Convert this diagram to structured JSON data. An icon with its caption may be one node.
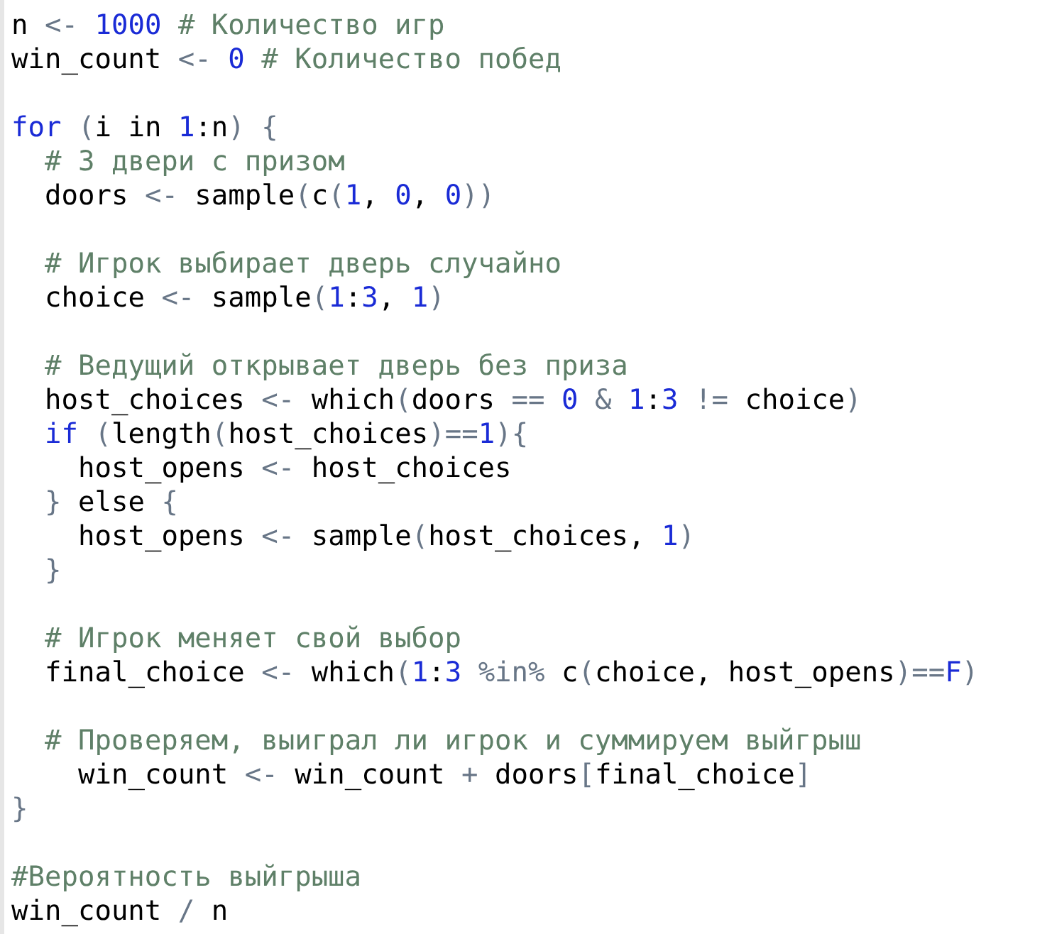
{
  "diagram": {
    "labels": [
      "n <- 1000 # Количество игр",
      "win_count <- 0 # Количество побед",
      "for (i in 1:n) {",
      "# 3 двери с призом",
      "doors <- sample(c(1, 0, 0))",
      "# Игрок выбирает дверь случайно",
      "choice <- sample(1:3, 1)",
      "# Ведущий открывает дверь без приза",
      "host_choices <- which(doors == 0 & 1:3 != choice)",
      "if (length(host_choices)==1){",
      "host_opens <- host_choices",
      "} else {",
      "host_opens <- sample(host_choices, 1)",
      "}",
      "# Игрок меняет свой выбор",
      "final_choice <- which(1:3 %in% c(choice, host_opens)==F)",
      "# Проверяем, выиграл ли игрок и суммируем выйгрыш",
      "win_count <- win_count + doors[final_choice]",
      "}",
      "#Вероятность выйгрыша",
      "win_count / n"
    ]
  }
}
